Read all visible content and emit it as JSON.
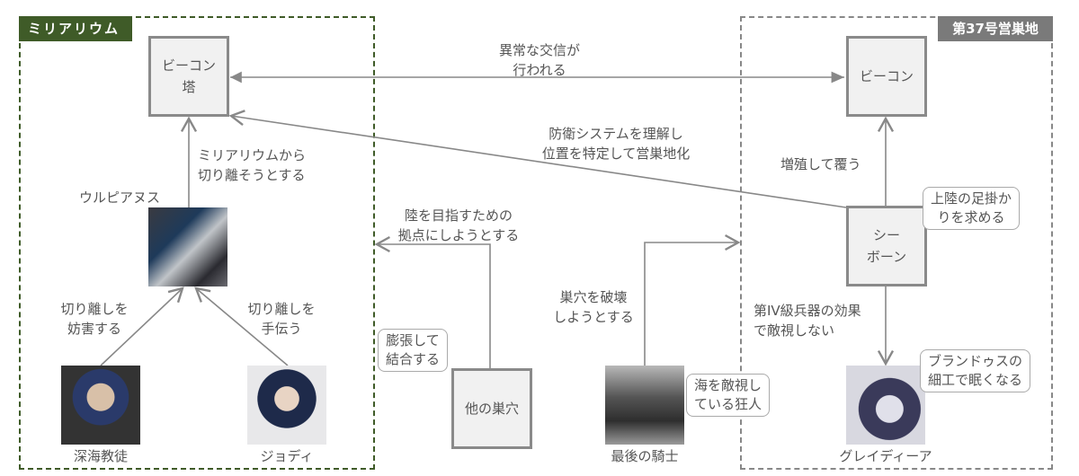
{
  "groups": {
    "left": "ミリアリウム",
    "right": "第37号営巣地"
  },
  "nodes": {
    "beacon_tower": "ビーコン\n塔",
    "beacon": "ビーコン",
    "seaborn": "シー\nボーン",
    "other_nest": "他の巣穴"
  },
  "characters": {
    "ulpianus": "ウルピアヌス",
    "deep_sea_believer": "深海教徒",
    "jodi": "ジョディ",
    "last_knight": "最後の騎士",
    "gladiia": "グレイディーア"
  },
  "edges": {
    "abnormal_comm": "異常な交信が\n行われる",
    "defense": "防衛システムを理解し\n位置を特定して営巣地化",
    "separate": "ミリアリウムから\n切り離そうとする",
    "hinder": "切り離しを\n妨害する",
    "help": "切り離しを\n手伝う",
    "base": "陸を目指すための\n拠点にしようとする",
    "destroy": "巣穴を破壊\nしようとする",
    "proliferate": "増殖して覆う",
    "weapon": "第IV級兵器の効果\nで敵視しない"
  },
  "bubbles": {
    "expand": "膨張して\n結合する",
    "madman": "海を敵視し\nている狂人",
    "foothold": "上陸の足掛か\nりを求める",
    "brandus": "ブランドゥスの\n細工で眠くなる"
  },
  "colors": {
    "left_group": "#3f5b28",
    "right_group": "#7a7a7a",
    "node_border": "#8a8a8a",
    "node_fill": "#f1f1f1"
  }
}
